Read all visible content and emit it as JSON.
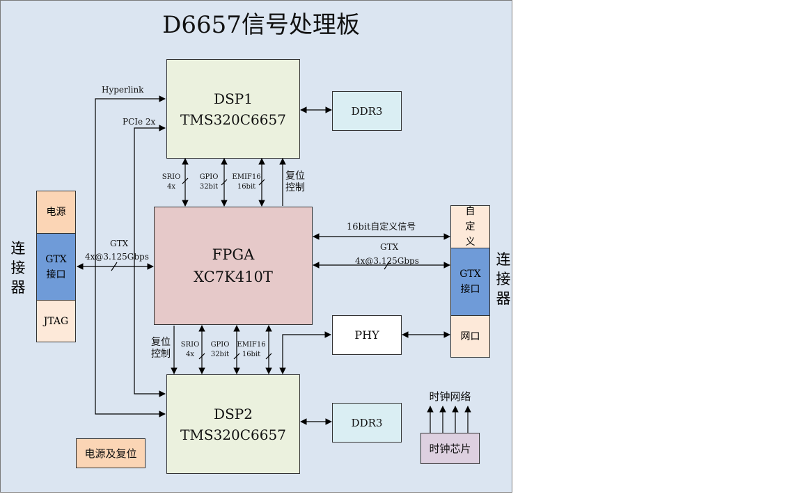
{
  "title": "D6657信号处理板",
  "dsp1": {
    "line1": "DSP1",
    "line2": "TMS320C6657"
  },
  "dsp2": {
    "line1": "DSP2",
    "line2": "TMS320C6657"
  },
  "ddr3_top": "DDR3",
  "ddr3_bottom": "DDR3",
  "fpga": {
    "line1": "FPGA",
    "line2": "XC7K410T"
  },
  "phy": "PHY",
  "clock_chip": "时钟芯片",
  "clock_net": "时钟网络",
  "power_reset": "电源及复位",
  "left_connector": {
    "label": "连接器",
    "cells": [
      "电源",
      "GTX接口",
      "JTAG"
    ]
  },
  "right_connector": {
    "label": "连接器",
    "cells": [
      "自定义",
      "GTX接口",
      "网口"
    ]
  },
  "links": {
    "hyperlink": "Hyperlink",
    "pcie": "PCIe 2x",
    "gtx_left_1": "GTX",
    "gtx_left_2": "4x@3.125Gbps",
    "custom_16bit": "16bit自定义信号",
    "gtx_right_1": "GTX",
    "gtx_right_2": "4x@3.125Gbps",
    "top": {
      "srio_1": "SRIO",
      "srio_2": "4x",
      "gpio_1": "GPIO",
      "gpio_2": "32bit",
      "emif_1": "EMIF16",
      "emif_2": "16bit",
      "reset_1": "复位",
      "reset_2": "控制"
    },
    "bottom": {
      "reset_1": "复位",
      "reset_2": "控制",
      "srio_1": "SRIO",
      "srio_2": "4x",
      "gpio_1": "GPIO",
      "gpio_2": "32bit",
      "emif_1": "EMIF16",
      "emif_2": "16bit"
    }
  },
  "colors": {
    "board": "#dbe5f1",
    "dsp": "#ebf1de",
    "ddr": "#daeef3",
    "fpga": "#e6c9c9",
    "power": "#fbd5b5",
    "gtx": "#6f9bd8",
    "light": "#fde9d9",
    "clock": "#ddd0e0"
  }
}
